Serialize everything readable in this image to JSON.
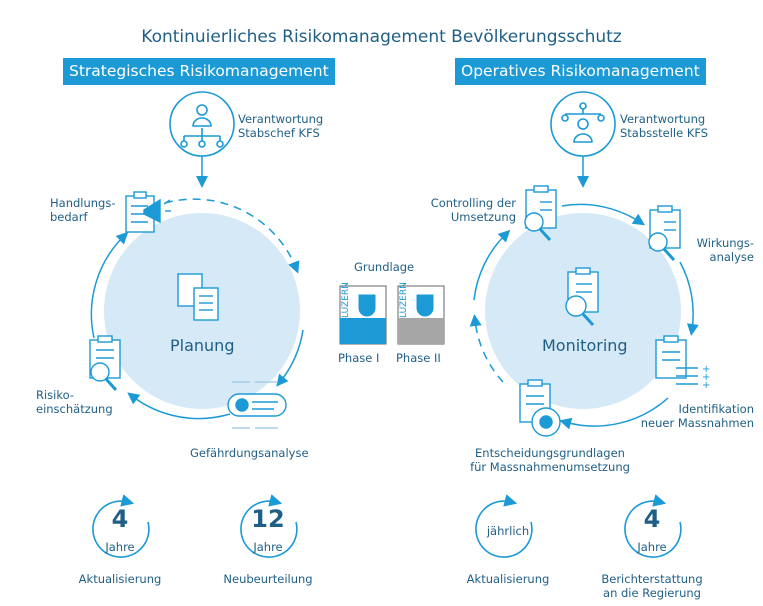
{
  "title": "Kontinuierliches Risikomanagement Bevölkerungsschutz",
  "left": {
    "banner": "Strategisches Risikomanagement",
    "responsibility": [
      "Verantwortung",
      "Stabschef KFS"
    ],
    "center_label": "Planung",
    "steps": {
      "handlungsbedarf": [
        "Handlungs-",
        "bedarf"
      ],
      "risiko": [
        "Risiko-",
        "einschätzung"
      ],
      "gefaehrdung": "Gefährdungsanalyse"
    }
  },
  "middle": {
    "heading": "Grundlage",
    "doc_brand": "LUZERN",
    "phase1": "Phase I",
    "phase2": "Phase II"
  },
  "right": {
    "banner": "Operatives Risikomanagement",
    "responsibility": [
      "Verantwortung",
      "Stabsstelle KFS"
    ],
    "center_label": "Monitoring",
    "steps": {
      "controlling": [
        "Controlling der",
        "Umsetzung"
      ],
      "wirkung": [
        "Wirkungs-",
        "analyse"
      ],
      "identifikation": [
        "Identifikation",
        "neuer Massnahmen"
      ],
      "entscheidung": [
        "Entscheidungsgrundlagen",
        "für Massnahmenumsetzung"
      ]
    }
  },
  "cycles": [
    {
      "value": "4",
      "unit": "Jahre",
      "label": [
        "Aktualisierung"
      ]
    },
    {
      "value": "12",
      "unit": "Jahre",
      "label": [
        "Neubeurteilung"
      ]
    },
    {
      "value": "",
      "unit": "jährlich",
      "label": [
        "Aktualisierung"
      ]
    },
    {
      "value": "4",
      "unit": "Jahre",
      "label": [
        "Berichterstattung",
        "an die Regierung"
      ]
    }
  ],
  "colors": {
    "accent": "#1b9ad6",
    "text": "#1f5f86",
    "circle": "#d6e9f6",
    "grey": "#a6a6a6"
  }
}
